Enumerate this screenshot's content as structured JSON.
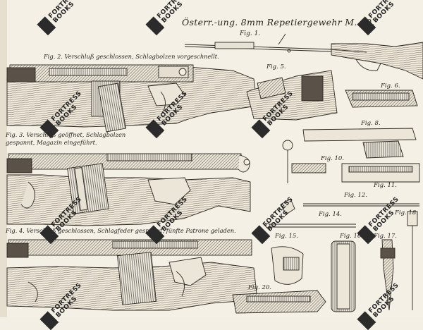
{
  "plate": {
    "title": "Österr.-ung. 8mm Repetiergewehr M. 90.",
    "captions": {
      "fig1": "Fig. 1.",
      "fig2": "Fig. 2. Verschluß geschlossen, Schlagbolzen vorgeschnellt.",
      "fig3": "Fig. 3. Verschluß geöffnet, Schlagbolzen gespannt, Magazin eingeführt.",
      "fig4": "Fig. 4. Verschluß geschlossen, Schlagfeder gespannt, fünfte Patrone geladen.",
      "fig5": "Fig. 5.",
      "fig6": "Fig. 6.",
      "fig8": "Fig. 8.",
      "fig10": "Fig. 10.",
      "fig11": "Fig. 11.",
      "fig12": "Fig. 12.",
      "fig14": "Fig. 14.",
      "fig15": "Fig. 15.",
      "fig16": "Fig. 16.",
      "fig17": "Fig. 17.",
      "fig18": "Fig. 18.",
      "fig20": "Fig. 20."
    }
  },
  "watermark": {
    "line1": "FORTRESS",
    "line2": "BOOKS"
  },
  "colors": {
    "paper": "#f4f0e6",
    "ink": "#2a2620",
    "wood": "#8a7a62",
    "wood_dark": "#5d5042"
  }
}
